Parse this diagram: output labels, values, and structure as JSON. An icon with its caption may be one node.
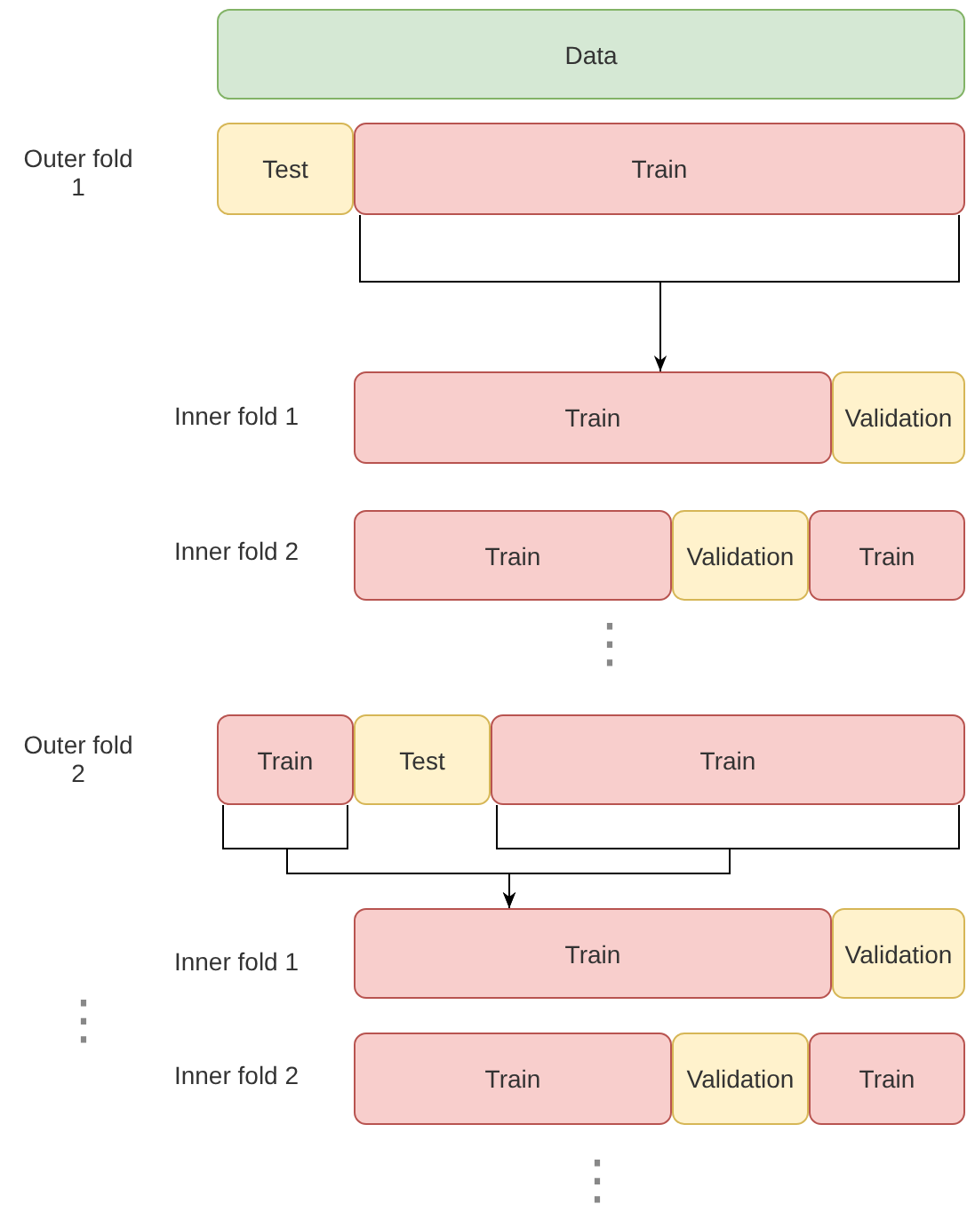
{
  "diagram": {
    "nodes": [
      {
        "text": [
          "Data"
        ]
      },
      {
        "text": [
          "Test"
        ]
      },
      {
        "text": [
          "Train"
        ]
      },
      {
        "text": [
          "Train"
        ]
      },
      {
        "text": [
          "Validation"
        ]
      },
      {
        "text": [
          "Train"
        ]
      },
      {
        "text": [
          "Validation"
        ]
      },
      {
        "text": [
          "Train"
        ]
      },
      {
        "text": [
          "Train"
        ]
      },
      {
        "text": [
          "Test"
        ]
      },
      {
        "text": [
          "Train"
        ]
      },
      {
        "text": [
          "Train"
        ]
      },
      {
        "text": [
          "Validation"
        ]
      },
      {
        "text": [
          "Train"
        ]
      },
      {
        "text": [
          "Validation"
        ]
      },
      {
        "text": [
          "Train"
        ]
      }
    ],
    "edges": [
      {
        "from": 2,
        "to": 3,
        "arrow": "to"
      },
      {
        "from": 8,
        "to": 11,
        "arrow": "to"
      },
      {
        "from": 10,
        "to": 11,
        "arrow": "to"
      }
    ],
    "labels": [
      "Outer fold 1",
      "Inner fold 1",
      "Inner fold 2",
      "⋮",
      "Outer fold 2",
      "Inner fold 1",
      "⋮",
      "Inner fold 2",
      "⋮"
    ]
  }
}
